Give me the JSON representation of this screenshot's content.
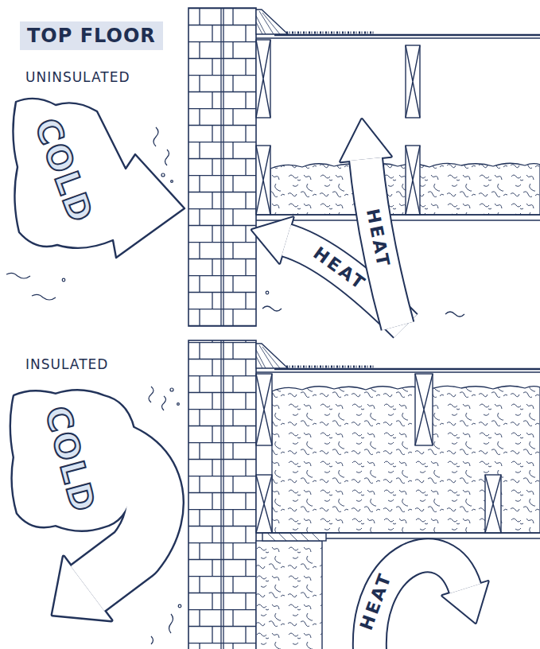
{
  "diagram": {
    "title": "TOP FLOOR",
    "labels": [
      "UNINSULATED",
      "COLD",
      "HEAT",
      "HEAT",
      "INSULATED",
      "COLD",
      "HEAT"
    ]
  }
}
